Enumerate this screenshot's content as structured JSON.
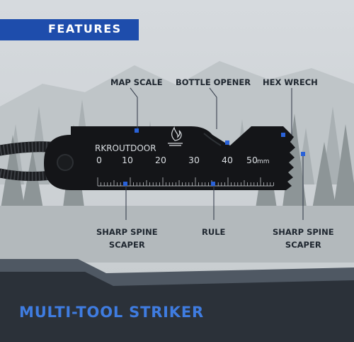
{
  "banner": {
    "label": "FEATURES"
  },
  "callouts": {
    "map_scale": "MAP SCALE",
    "bottle_opener": "BOTTLE OPENER",
    "hex_wrench": "HEX WRECH",
    "sharp_spine_left_1": "SHARP SPINE",
    "sharp_spine_left_2": "SCAPER",
    "rule": "RULE",
    "sharp_spine_right_1": "SHARP SPINE",
    "sharp_spine_right_2": "SCAPER"
  },
  "product": {
    "brand": "RKROUTDOOR",
    "scale_numbers": [
      "0",
      "10",
      "20",
      "30",
      "40",
      "50"
    ],
    "scale_unit": "mm"
  },
  "footer": {
    "title": "MULTI-TOOL STRIKER"
  },
  "colors": {
    "accent": "#1e4dac",
    "marker": "#2a62d8",
    "title": "#3f7ce0",
    "panel_dark": "#2b3139"
  }
}
